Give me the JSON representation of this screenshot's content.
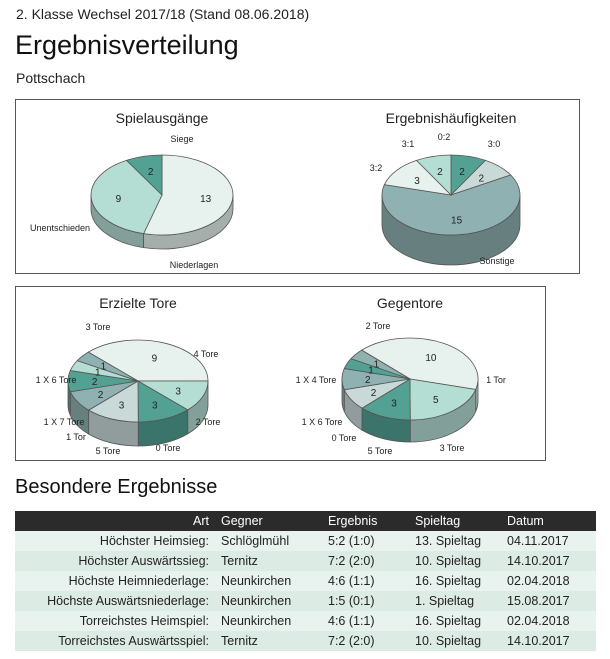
{
  "header": {
    "season": "2. Klasse Wechsel 2017/18 (Stand 08.06.2018)",
    "title": "Ergebnisverteilung",
    "team": "Pottschach"
  },
  "chart_data": [
    {
      "type": "pie",
      "title": "Spielausgänge",
      "slices": [
        {
          "label": "Siege",
          "value": 13,
          "color": "#e7f1ee"
        },
        {
          "label": "Niederlagen",
          "value": 9,
          "color": "#b4ddd4"
        },
        {
          "label": "Unentschieden",
          "value": 2,
          "color": "#52a193"
        }
      ]
    },
    {
      "type": "pie",
      "title": "Ergebnishäufigkeiten",
      "slices": [
        {
          "label": "0:2",
          "value": 2,
          "color": "#52a193"
        },
        {
          "label": "3:0",
          "value": 2,
          "color": "#c9d9d8"
        },
        {
          "label": "Sonstige",
          "value": 15,
          "color": "#8fb1b1"
        },
        {
          "label": "3:2",
          "value": 3,
          "color": "#e7f1ee"
        },
        {
          "label": "3:1",
          "value": 2,
          "color": "#b4ddd4"
        }
      ]
    },
    {
      "type": "pie",
      "title": "Erzielte Tore",
      "slices": [
        {
          "label": "3 Tore",
          "value": 9,
          "color": "#e7f1ee"
        },
        {
          "label": "4 Tore",
          "value": 3,
          "color": "#b4ddd4"
        },
        {
          "label": "2 Tore",
          "value": 3,
          "color": "#52a193"
        },
        {
          "label": "0 Tore",
          "value": 3,
          "color": "#c9d9d8"
        },
        {
          "label": "5 Tore",
          "value": 2,
          "color": "#8fb1b1"
        },
        {
          "label": "1 Tor",
          "value": 2,
          "color": "#52a193"
        },
        {
          "label": "1 X 7 Tore",
          "value": 1,
          "color": "#b4ddd4"
        },
        {
          "label": "1 X 6 Tore",
          "value": 1,
          "color": "#8fb1b1"
        }
      ]
    },
    {
      "type": "pie",
      "title": "Gegentore",
      "slices": [
        {
          "label": "2 Tore",
          "value": 10,
          "color": "#e7f1ee"
        },
        {
          "label": "1 Tor",
          "value": 5,
          "color": "#b4ddd4"
        },
        {
          "label": "3 Tore",
          "value": 3,
          "color": "#52a193"
        },
        {
          "label": "5 Tore",
          "value": 2,
          "color": "#c9d9d8"
        },
        {
          "label": "0 Tore",
          "value": 2,
          "color": "#8fb1b1"
        },
        {
          "label": "1 X 6 Tore",
          "value": 1,
          "color": "#52a193"
        },
        {
          "label": "1 X 4 Tore",
          "value": 1,
          "color": "#8fb1b1"
        }
      ]
    }
  ],
  "special": {
    "title": "Besondere Ergebnisse",
    "columns": [
      "Art",
      "Gegner",
      "Ergebnis",
      "Spieltag",
      "Datum"
    ],
    "rows": [
      [
        "Höchster Heimsieg:",
        "Schlöglmühl",
        "5:2 (1:0)",
        "13. Spieltag",
        "04.11.2017"
      ],
      [
        "Höchster Auswärtssieg:",
        "Ternitz",
        "7:2 (2:0)",
        "10. Spieltag",
        "14.10.2017"
      ],
      [
        "Höchste Heimniederlage:",
        "Neunkirchen",
        "4:6 (1:1)",
        "16. Spieltag",
        "02.04.2018"
      ],
      [
        "Höchste Auswärtsniederlage:",
        "Neunkirchen",
        "1:5 (0:1)",
        "1. Spieltag",
        "15.08.2017"
      ],
      [
        "Torreichstes Heimspiel:",
        "Neunkirchen",
        "4:6 (1:1)",
        "16. Spieltag",
        "02.04.2018"
      ],
      [
        "Torreichstes Auswärtsspiel:",
        "Ternitz",
        "7:2 (2:0)",
        "10. Spieltag",
        "14.10.2017"
      ]
    ]
  }
}
